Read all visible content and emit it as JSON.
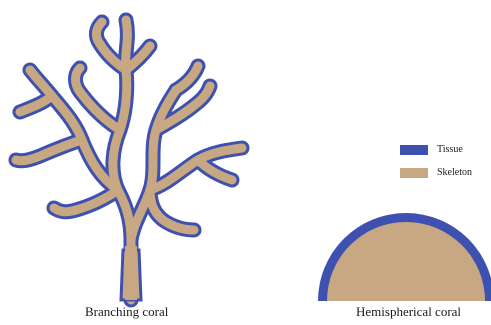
{
  "legend": {
    "tissue_label": "Tissue",
    "skeleton_label": "Skeleton"
  },
  "captions": {
    "branching": "Branching coral",
    "hemispherical": "Hemispherical coral"
  },
  "colors": {
    "tissue": "#3f51b0",
    "skeleton": "#c8a882",
    "text": "#1a1a1a",
    "background": "#ffffff"
  }
}
